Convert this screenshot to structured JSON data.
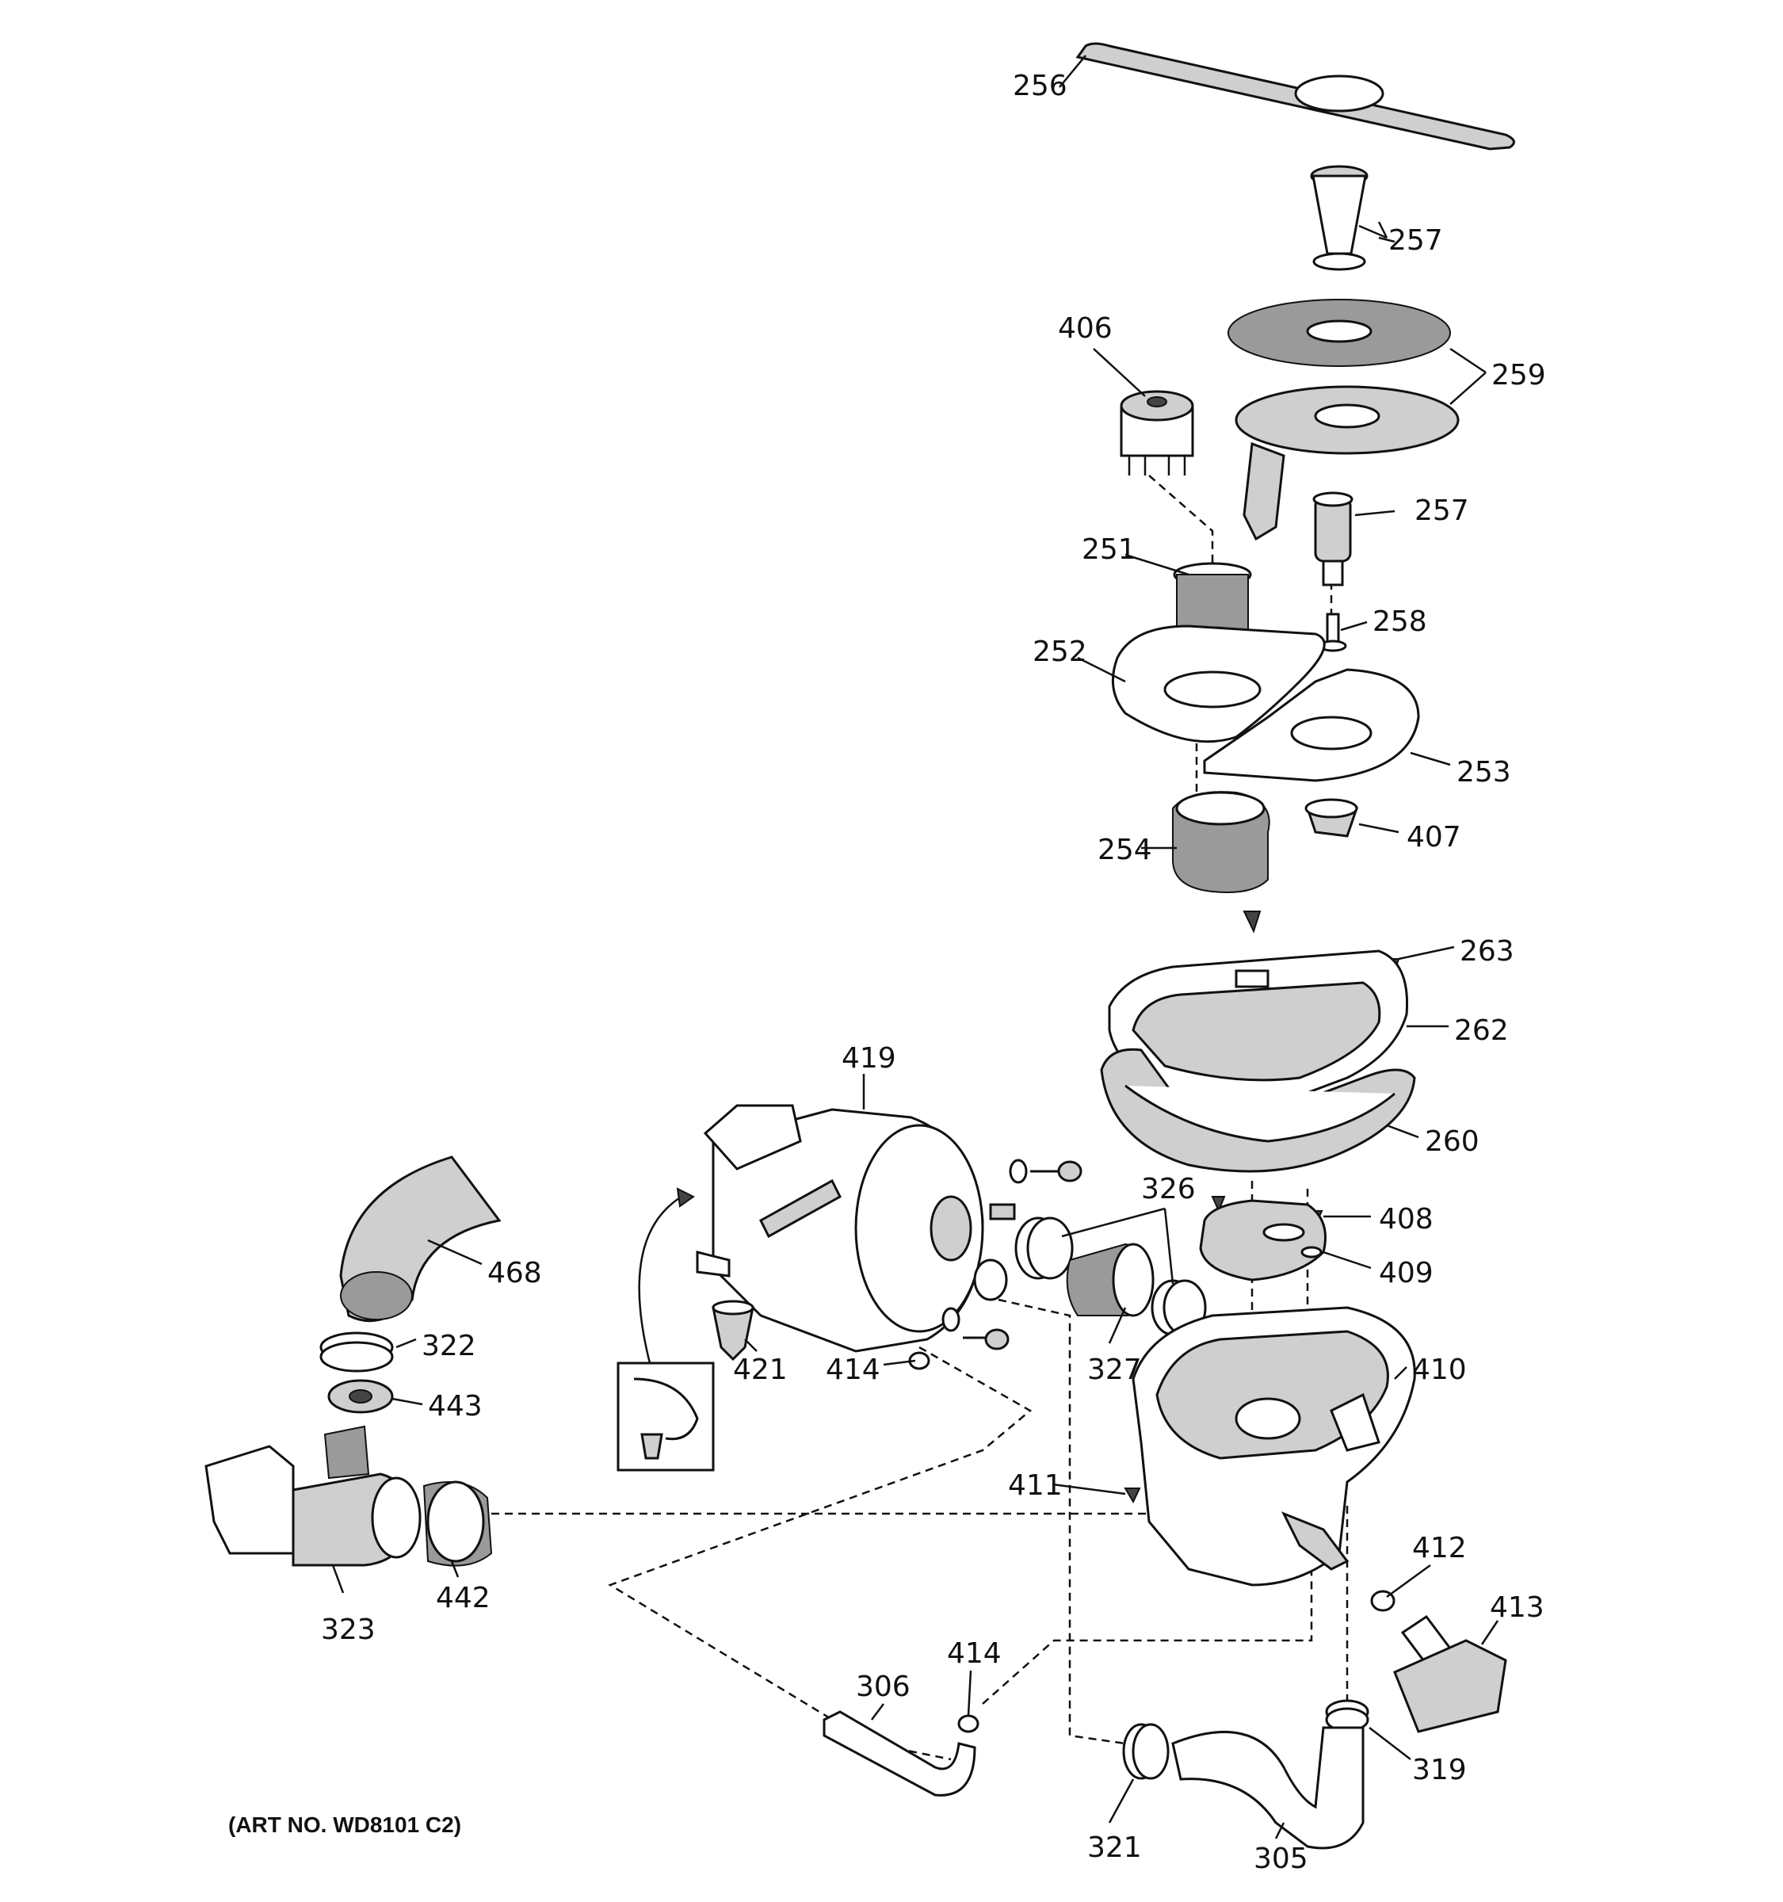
{
  "art_number": "(ART NO. WD8101 C2)",
  "labels": {
    "p256": "256",
    "p257a": "257",
    "p259": "259",
    "p406": "406",
    "p257b": "257",
    "p251": "251",
    "p258": "258",
    "p252": "252",
    "p253": "253",
    "p254": "254",
    "p407": "407",
    "p263": "263",
    "p262": "262",
    "p419": "419",
    "p260": "260",
    "p326": "326",
    "p408": "408",
    "p468": "468",
    "p409": "409",
    "p322": "322",
    "p421": "421",
    "p414a": "414",
    "p327": "327",
    "p410": "410",
    "p443": "443",
    "p411": "411",
    "p412": "412",
    "p442": "442",
    "p323": "323",
    "p413": "413",
    "p414b": "414",
    "p306": "306",
    "p319": "319",
    "p321": "321",
    "p305": "305"
  }
}
